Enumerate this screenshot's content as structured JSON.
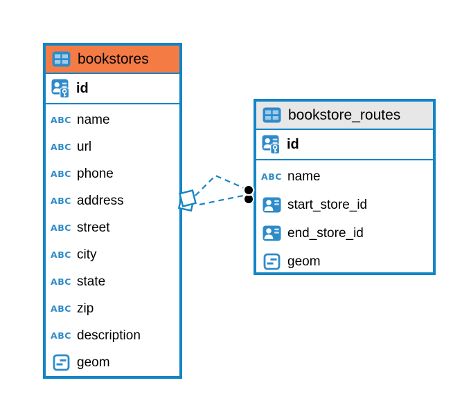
{
  "diagram": {
    "colors": {
      "table_border_blue": "#1385c6",
      "icon_blue": "#2e8bc9",
      "bookstores_header_orange": "#f57b45",
      "routes_header_gray": "#e7e7e7",
      "link_blue": "#1385c6",
      "link_dot_black": "#000000"
    },
    "tables": [
      {
        "name": "bookstores",
        "header_icon": "table-icon",
        "primary_key": {
          "label": "id",
          "icon": "primary-key-icon"
        },
        "columns": [
          {
            "label": "name",
            "icon": "text-type-icon"
          },
          {
            "label": "url",
            "icon": "text-type-icon"
          },
          {
            "label": "phone",
            "icon": "text-type-icon"
          },
          {
            "label": "address",
            "icon": "text-type-icon"
          },
          {
            "label": "street",
            "icon": "text-type-icon"
          },
          {
            "label": "city",
            "icon": "text-type-icon"
          },
          {
            "label": "state",
            "icon": "text-type-icon"
          },
          {
            "label": "zip",
            "icon": "text-type-icon"
          },
          {
            "label": "description",
            "icon": "text-type-icon"
          },
          {
            "label": "geom",
            "icon": "geometry-type-icon"
          }
        ]
      },
      {
        "name": "bookstore_routes",
        "header_icon": "table-icon",
        "primary_key": {
          "label": "id",
          "icon": "primary-key-icon"
        },
        "columns": [
          {
            "label": "name",
            "icon": "text-type-icon"
          },
          {
            "label": "start_store_id",
            "icon": "foreign-key-icon"
          },
          {
            "label": "end_store_id",
            "icon": "foreign-key-icon"
          },
          {
            "label": "geom",
            "icon": "geometry-type-icon"
          }
        ]
      }
    ],
    "relationships": [
      {
        "from_table": "bookstores",
        "to_table": "bookstore_routes",
        "line_style": "dashed"
      },
      {
        "from_table": "bookstores",
        "to_table": "bookstore_routes",
        "line_style": "dashed"
      }
    ]
  }
}
